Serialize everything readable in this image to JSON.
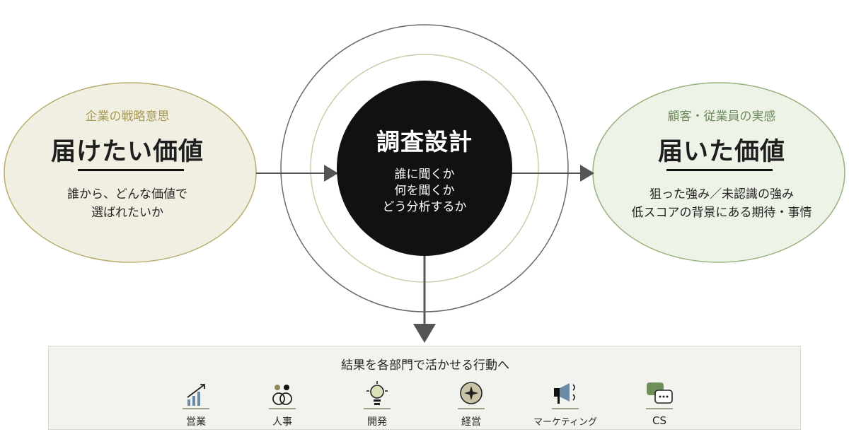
{
  "left": {
    "subtitle": "企業の戦略意思",
    "title": "届けたい価値",
    "desc_line1": "誰から、どんな価値で",
    "desc_line2": "選ばれたいか"
  },
  "center": {
    "title": "調査設計",
    "line1": "誰に聞くか",
    "line2": "何を聞くか",
    "line3": "どう分析するか"
  },
  "right": {
    "subtitle": "顧客・従業員の実感",
    "title": "届いた価値",
    "desc_line1": "狙った強み／未認識の強み",
    "desc_line2": "低スコアの背景にある期待・事情"
  },
  "bottom": {
    "title": "結果を各部門で活かせる行動へ",
    "departments": [
      {
        "label": "営業",
        "icon": "sales-chart-icon"
      },
      {
        "label": "人事",
        "icon": "people-icon"
      },
      {
        "label": "開発",
        "icon": "lightbulb-icon"
      },
      {
        "label": "経営",
        "icon": "compass-icon"
      },
      {
        "label": "マーケティング",
        "icon": "megaphone-icon"
      },
      {
        "label": "CS",
        "icon": "chat-bubble-icon"
      }
    ]
  },
  "colors": {
    "left_fill": "#f1efe1",
    "left_border": "#b8ad6c",
    "right_fill": "#eef3e7",
    "right_border": "#98b07f",
    "center_fill": "#111111",
    "arrow": "#555555",
    "accent_olive": "#8c8a5a"
  }
}
